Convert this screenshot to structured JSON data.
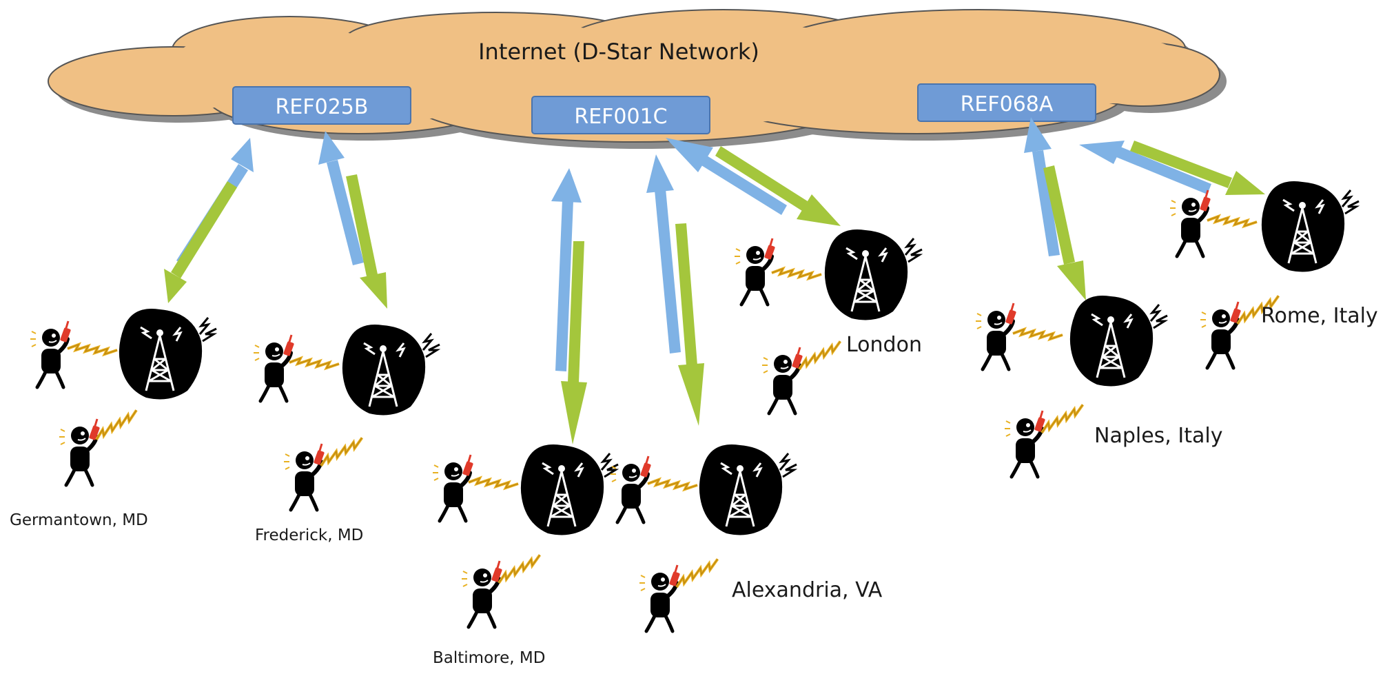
{
  "cloud": {
    "title": "Internet (D-Star  Network)"
  },
  "reflectors": [
    {
      "id": "ref025b",
      "label": "REF025B"
    },
    {
      "id": "ref001c",
      "label": "REF001C"
    },
    {
      "id": "ref068a",
      "label": "REF068A"
    }
  ],
  "locations": {
    "germantown": "Germantown, MD",
    "frederick": "Frederick, MD",
    "baltimore": "Baltimore, MD",
    "alexandria": "Alexandria, VA",
    "london": "London",
    "naples": "Naples, Italy",
    "rome": "Rome, Italy"
  },
  "colors": {
    "cloud_fill": "#F0C084",
    "cloud_shadow": "#8C8C8C",
    "reflector_fill": "#6F9BD6",
    "uplink_arrow": "#7FB2E5",
    "downlink_arrow": "#A4C63C",
    "repeater": "#000000",
    "radio": "#E03A2A",
    "lightning": "#E8B020"
  },
  "icons": [
    "cloud-icon",
    "repeater-tower-icon",
    "operator-radio-icon",
    "lightning-icon"
  ]
}
